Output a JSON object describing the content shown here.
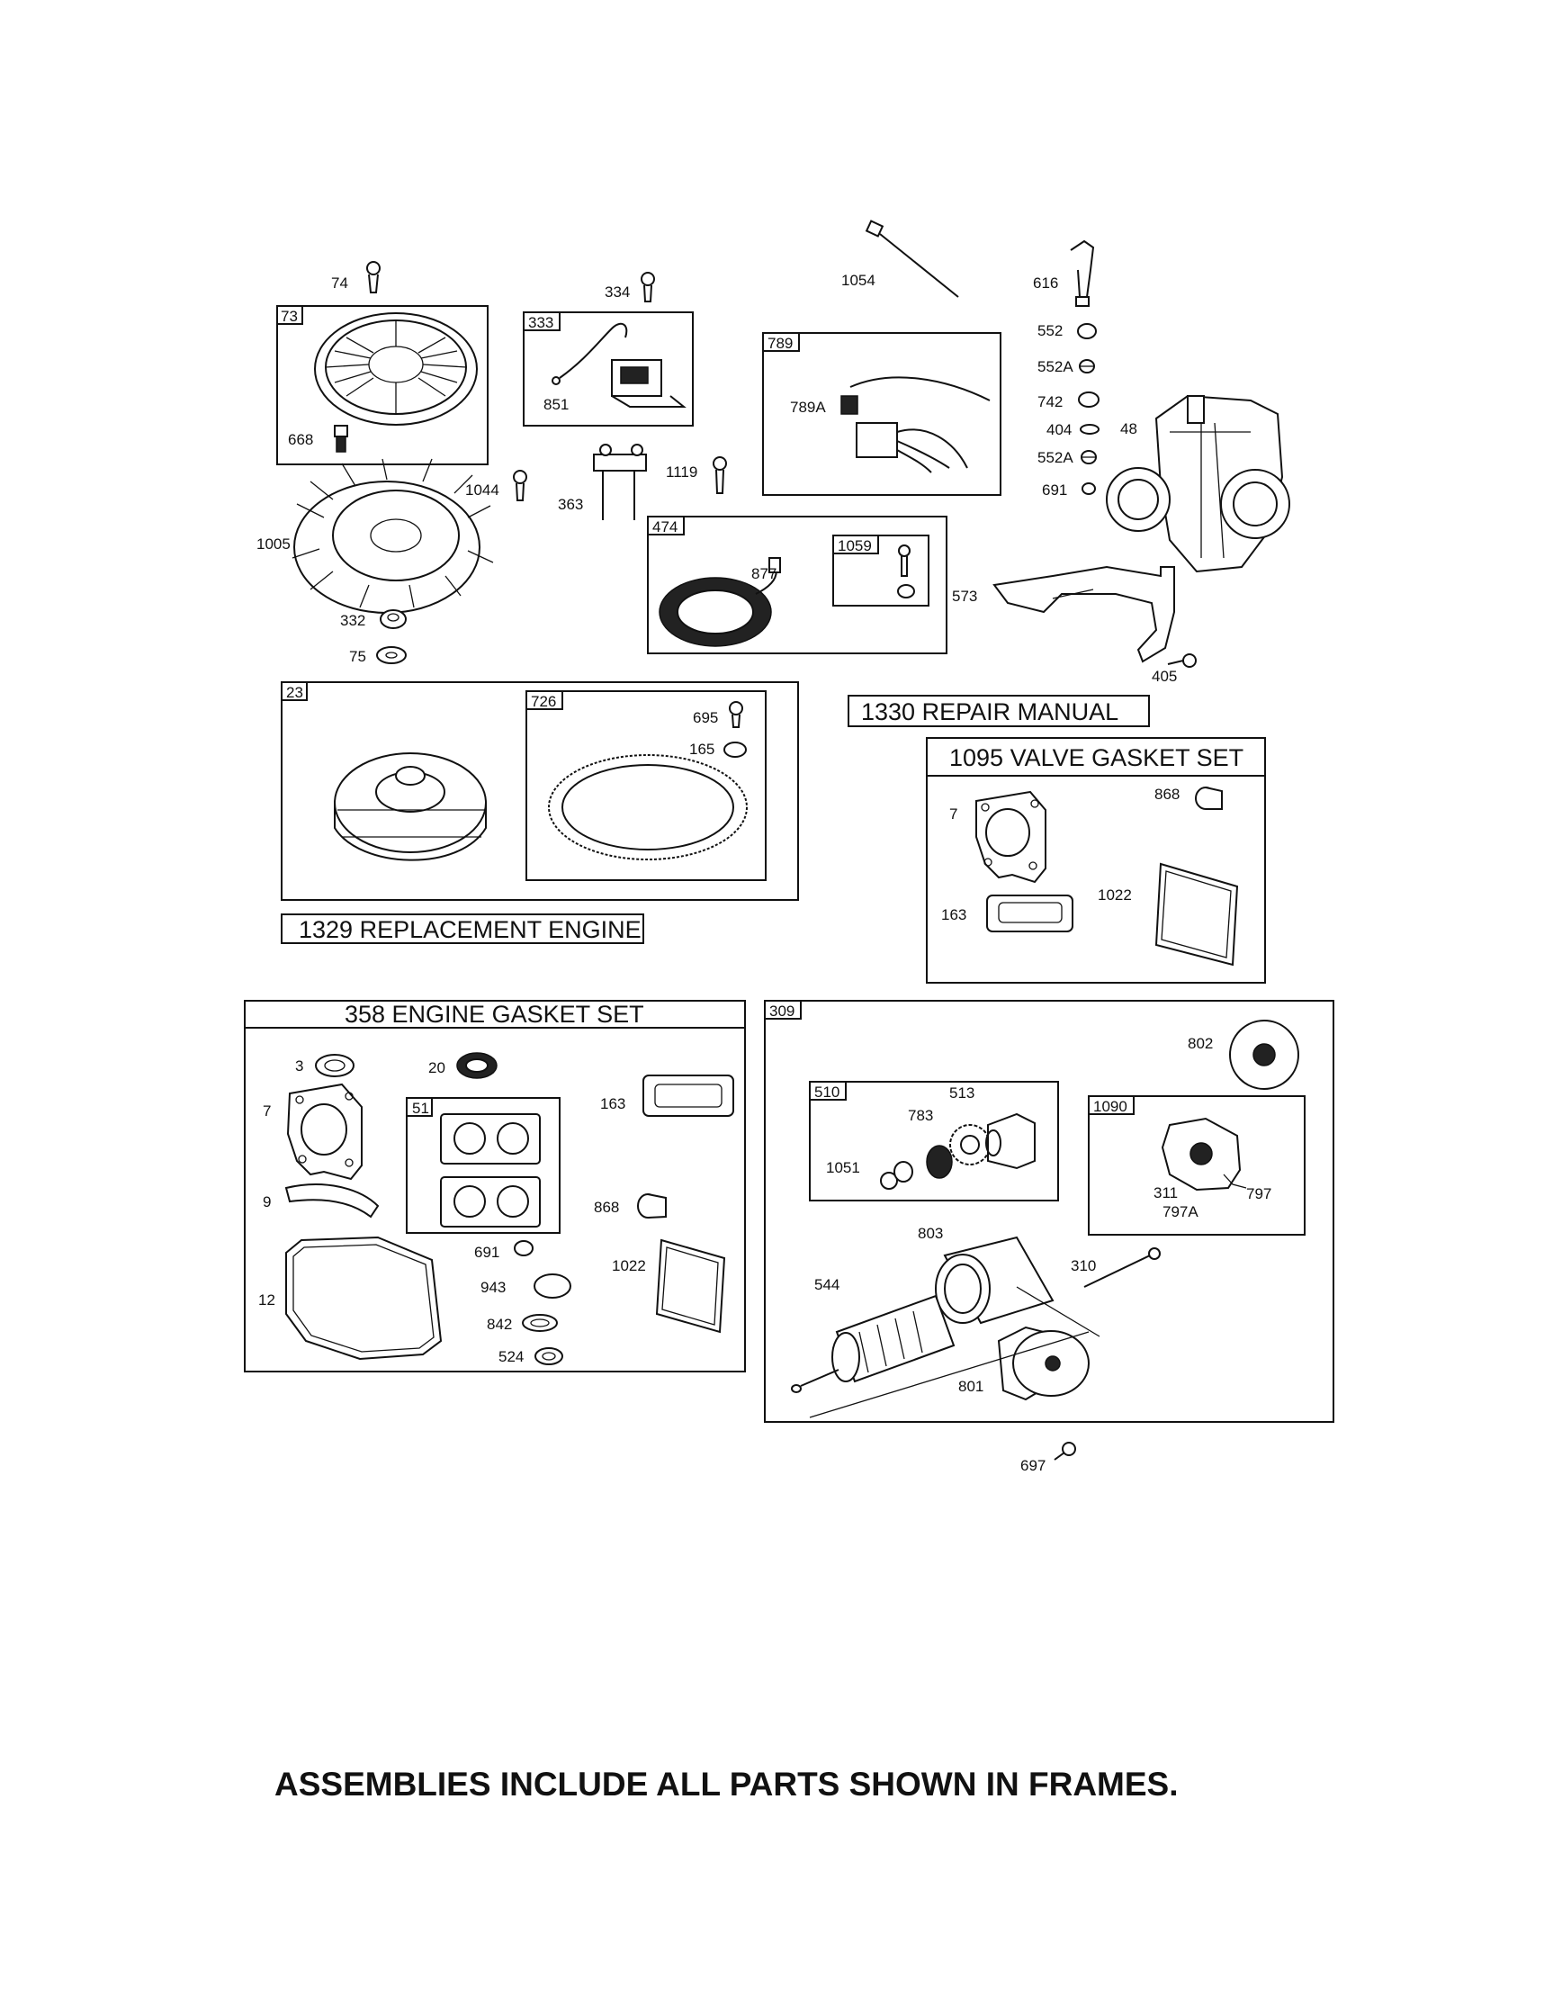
{
  "footer_note": "ASSEMBLIES INCLUDE ALL PARTS SHOWN IN FRAMES.",
  "frames": {
    "f73": "73",
    "f333": "333",
    "f789": "789",
    "f474": "474",
    "f1059": "1059",
    "f23": "23",
    "f726": "726",
    "f309": "309",
    "f510": "510",
    "f1090": "1090",
    "f51": "51"
  },
  "titles": {
    "repair_manual": "1330 REPAIR MANUAL",
    "replacement_engine": "1329 REPLACEMENT ENGINE",
    "valve_gasket_set": "1095 VALVE GASKET SET",
    "engine_gasket_set": "358 ENGINE GASKET SET"
  },
  "part_labels": {
    "p74": "74",
    "p668": "668",
    "p334": "334",
    "p851": "851",
    "p1054": "1054",
    "p789a": "789A",
    "p616": "616",
    "p552": "552",
    "p552a_1": "552A",
    "p742": "742",
    "p404": "404",
    "p552a_2": "552A",
    "p691_top": "691",
    "p48": "48",
    "p1044": "1044",
    "p363": "363",
    "p1119": "1119",
    "p1005": "1005",
    "p877": "877",
    "p573": "573",
    "p332": "332",
    "p75": "75",
    "p405": "405",
    "p695": "695",
    "p165": "165",
    "p7_valve": "7",
    "p868_valve": "868",
    "p163_valve": "163",
    "p1022_valve": "1022",
    "p3": "3",
    "p20": "20",
    "p7_gasket": "7",
    "p9": "9",
    "p12": "12",
    "p163_gasket": "163",
    "p868_gasket": "868",
    "p1022_gasket": "1022",
    "p691_gasket": "691",
    "p943": "943",
    "p842": "842",
    "p524": "524",
    "p802": "802",
    "p513": "513",
    "p783": "783",
    "p1051": "1051",
    "p311": "311",
    "p797a": "797A",
    "p797": "797",
    "p803": "803",
    "p310": "310",
    "p544": "544",
    "p801": "801",
    "p697": "697"
  }
}
